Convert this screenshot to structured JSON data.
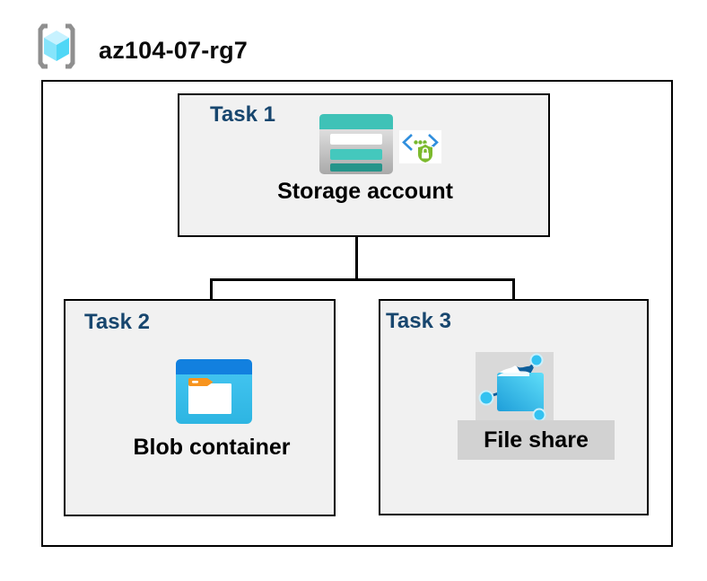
{
  "resource_group": {
    "name": "az104-07-rg7",
    "icon": "resource-group-icon"
  },
  "tasks": [
    {
      "label": "Task 1",
      "item": "Storage account",
      "icons": [
        "storage-account-icon",
        "secure-access-icon"
      ]
    },
    {
      "label": "Task 2",
      "item": "Blob container",
      "icons": [
        "blob-container-icon"
      ]
    },
    {
      "label": "Task 3",
      "item": "File share",
      "icons": [
        "file-share-icon"
      ]
    }
  ],
  "connections": [
    {
      "from": "Storage account",
      "to": "Blob container"
    },
    {
      "from": "Storage account",
      "to": "File share"
    }
  ],
  "colors": {
    "task_label": "#17466E",
    "task_box_fill": "#F1F1F1",
    "border": "#000000",
    "storage_teal": "#3FC2B7",
    "storage_teal_dark": "#26948A",
    "azure_blue": "#1280DF",
    "cyan": "#35C1F0",
    "security_green": "#7CBA2D",
    "bracket_gray": "#8F8F8F",
    "fileshare_panel_gray": "#D9D9D9",
    "fileshare_label_gray": "#D2D2D2",
    "tab_orange": "#F7941E"
  }
}
